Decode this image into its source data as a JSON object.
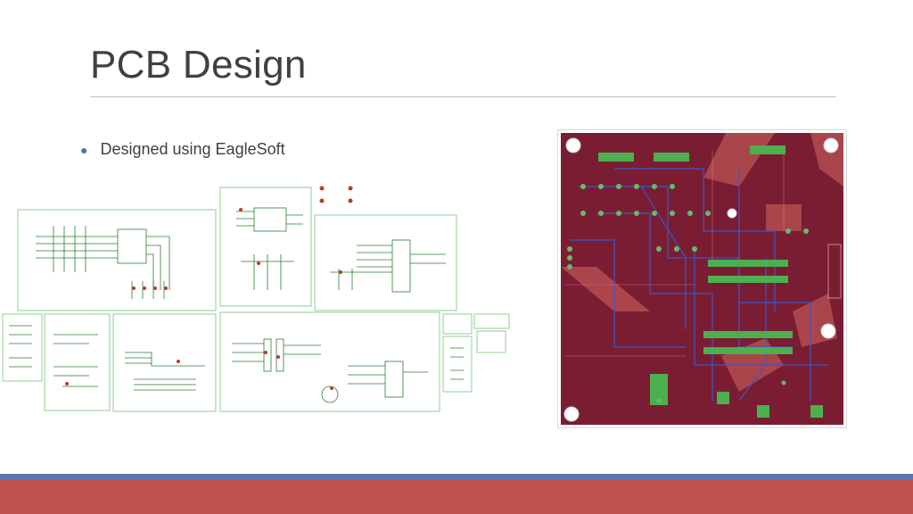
{
  "slide": {
    "title": "PCB Design",
    "bullets": [
      {
        "text": "Designed using EagleSoft"
      }
    ]
  },
  "colors": {
    "title_text": "#404040",
    "bullet_marker": "#4a73b8",
    "schematic_frame": "#7fbf7f",
    "pcb_board": "#7a1d33",
    "pcb_copper": "#b04a4e",
    "pcb_trace": "#3a57c8",
    "band_blue": "#5778b4",
    "band_red": "#c0504d"
  },
  "images": {
    "schematic": "eagle-schematic-sheet",
    "pcb_layout": "pcb-layout-render"
  }
}
